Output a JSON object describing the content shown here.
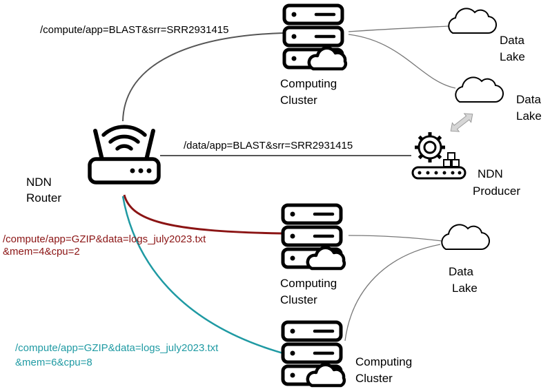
{
  "labels": {
    "router_line1": "NDN",
    "router_line2": "Router",
    "producer_line1": "NDN",
    "producer_line2": "Producer",
    "cluster_top_line1": "Computing",
    "cluster_top_line2": "Cluster",
    "cluster_mid_line1": "Computing",
    "cluster_mid_line2": "Cluster",
    "cluster_bot_line1": "Computing",
    "cluster_bot_line2": "Cluster",
    "lake1_line1": "Data",
    "lake1_line2": "Lake",
    "lake2_line1": "Data",
    "lake2_line2": "Lake",
    "lake3_line1": "Data",
    "lake3_line2": "Lake"
  },
  "requests": {
    "blast_compute": "/compute/app=BLAST&srr=SRR2931415",
    "blast_data": "/data/app=BLAST&srr=SRR2931415",
    "gzip_red_line1": "/compute/app=GZIP&data=logs_july2023.txt",
    "gzip_red_line2": "&mem=4&cpu=2",
    "gzip_teal_line1": "/compute/app=GZIP&data=logs_july2023.txt",
    "gzip_teal_line2": "&mem=6&cpu=8"
  },
  "colors": {
    "red_path": "#8b1414",
    "teal_path": "#1f9aa3",
    "gray_path": "#555555",
    "thin_path": "#777777",
    "arrow_fill": "#d6d6d6"
  }
}
